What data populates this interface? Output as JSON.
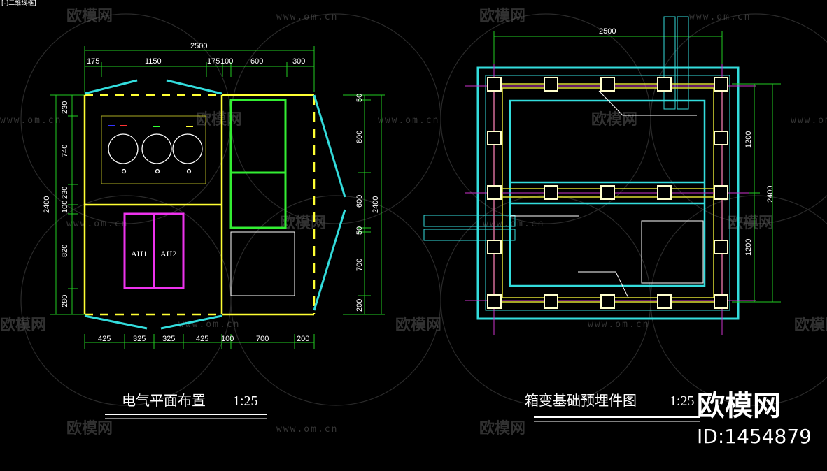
{
  "corner_label": "[-]二维线框]",
  "left_drawing": {
    "title": "电气平面布置",
    "scale": "1:25",
    "top_total": "2500",
    "top_dims": [
      "175",
      "1150",
      "175",
      "100",
      "600",
      "300"
    ],
    "bottom_dims": [
      "425",
      "325",
      "325",
      "425",
      "100",
      "700",
      "200"
    ],
    "left_total": "2400",
    "left_dims": [
      "230",
      "740",
      "230",
      "100",
      "820",
      "280"
    ],
    "right_total": "2400",
    "right_dims": [
      "50",
      "800",
      "600",
      "50",
      "700",
      "200"
    ],
    "cabinet_labels": [
      "AH1",
      "AH2"
    ]
  },
  "right_drawing": {
    "title": "箱变基础预埋件图",
    "scale": "1:25",
    "top_total": "2500",
    "right_total": "2400",
    "right_dims": [
      "1200",
      "1200"
    ]
  },
  "watermark": {
    "text": "欧模网",
    "url": "www.om.cn"
  },
  "brand": {
    "name": "欧模网",
    "id": "ID:1454879"
  },
  "colors": {
    "background": "#000000",
    "yellow": "#ffff33",
    "cyan": "#33dddd",
    "green": "#33ee33",
    "magenta": "#ee33ee",
    "white": "#ffffff",
    "dim_green": "#22cc22",
    "purple": "#cc33cc"
  }
}
